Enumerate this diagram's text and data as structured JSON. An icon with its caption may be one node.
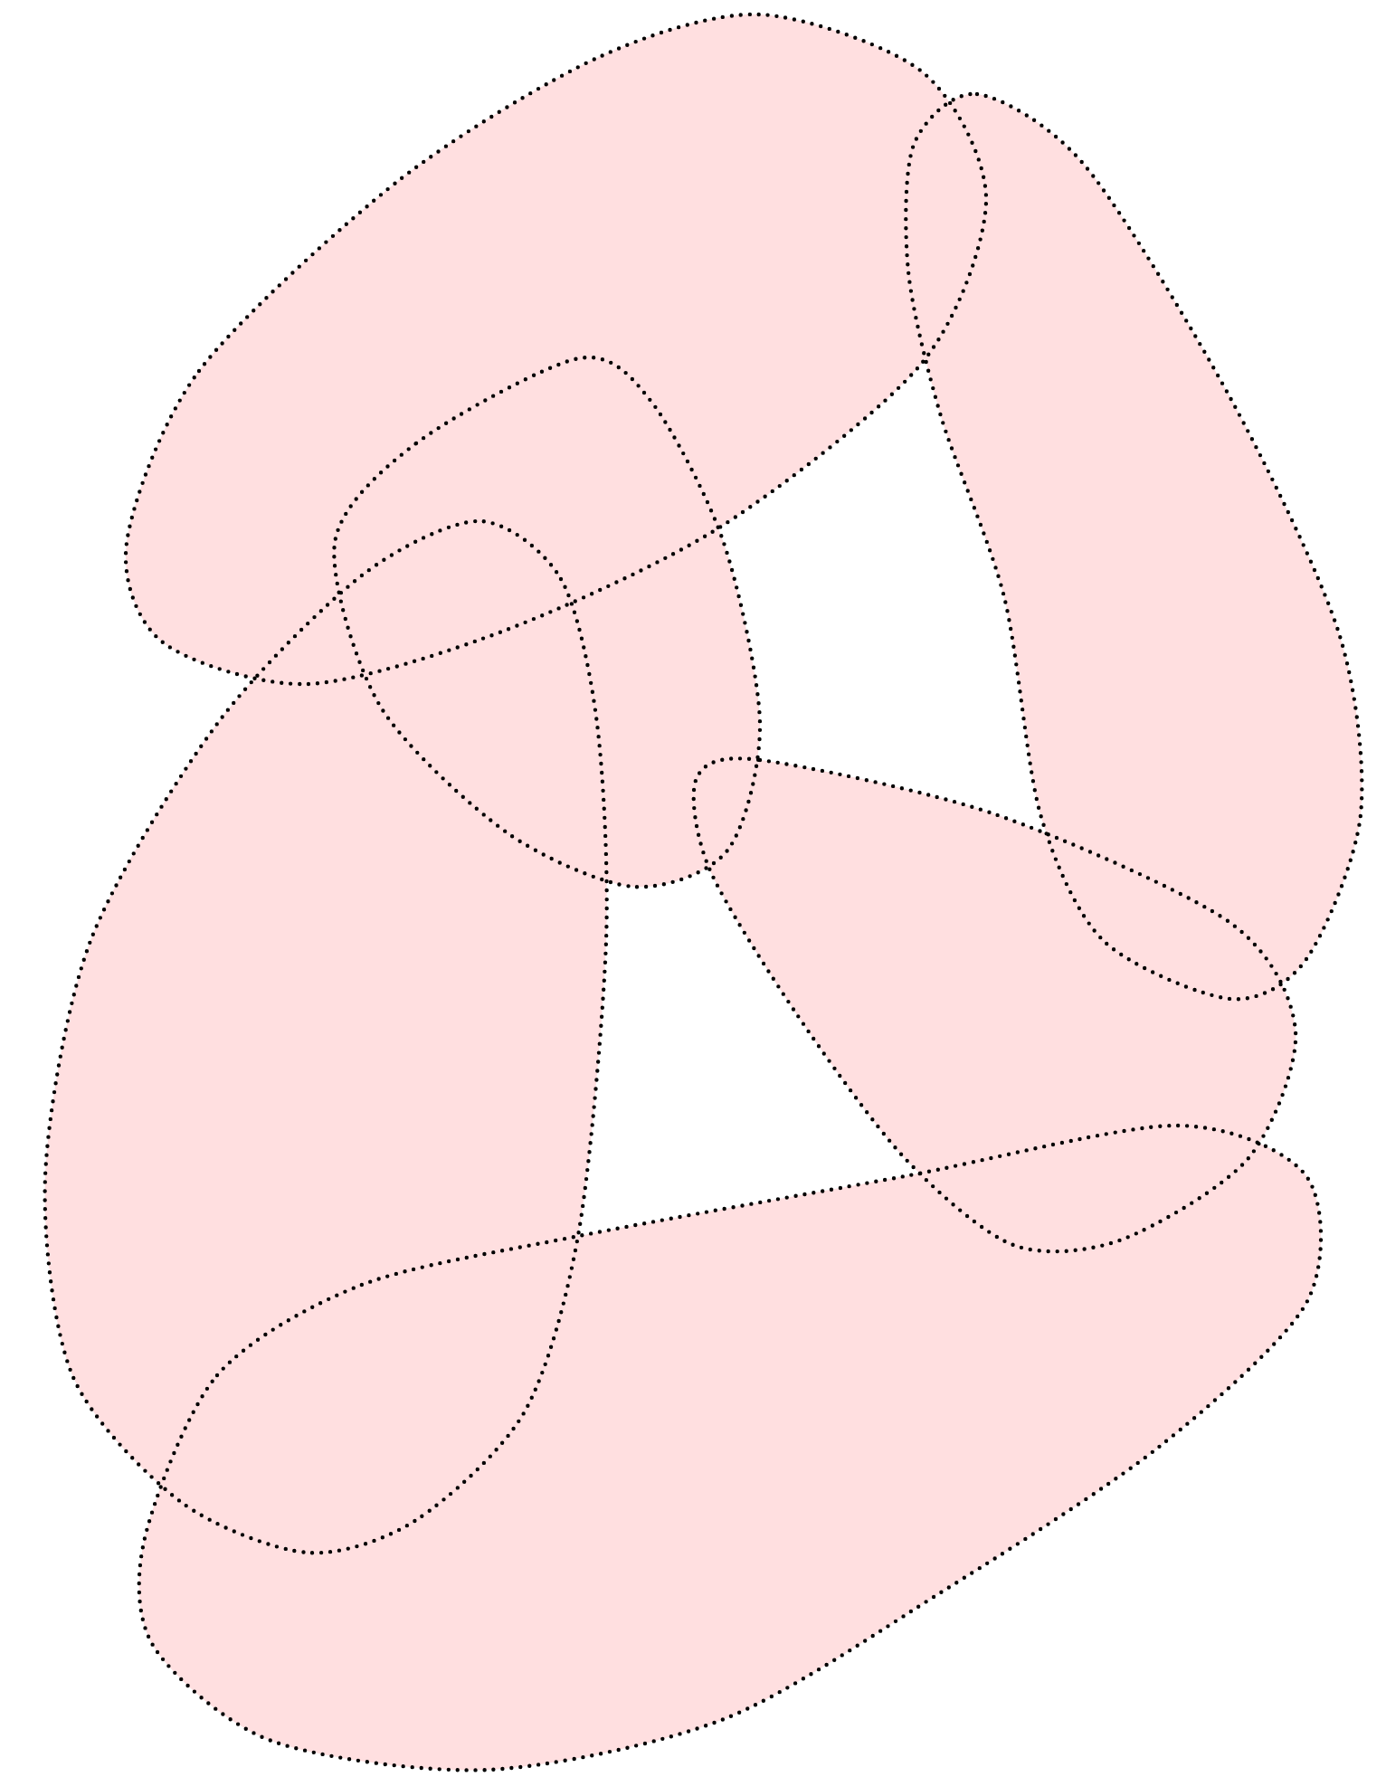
{
  "diagram": {
    "nodes": [
      {
        "text": [],
        "shape": "ellipse"
      },
      {
        "text": [],
        "shape": "ellipse"
      },
      {
        "text": [],
        "shape": "ellipse"
      },
      {
        "text": [],
        "shape": "ellipse"
      },
      {
        "text": [],
        "shape": "ellipse"
      },
      {
        "text": [],
        "shape": "ellipse"
      }
    ]
  }
}
